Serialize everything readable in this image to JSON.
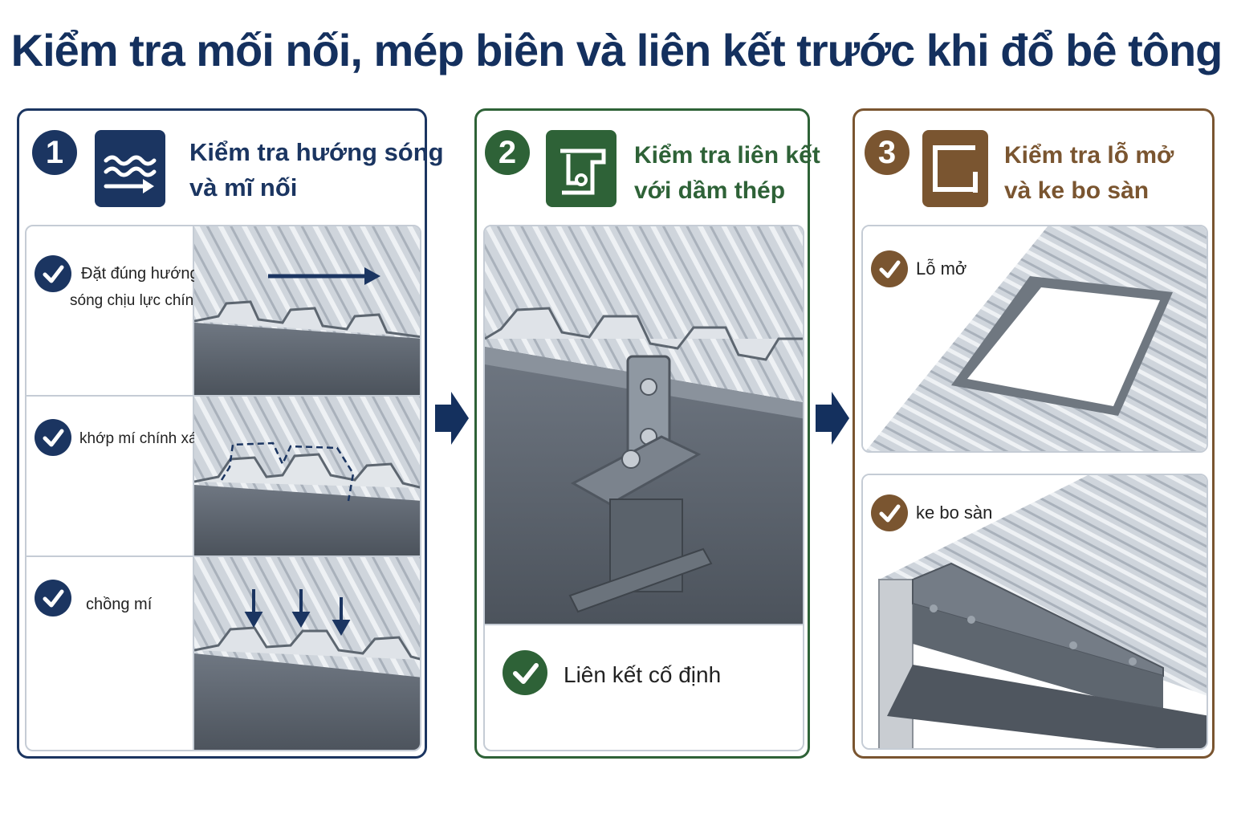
{
  "title": "Kiểm tra mối nối, mép biên và liên kết trước khi đổ bê tông",
  "colors": {
    "navy": "#1b3561",
    "green": "#2e6237",
    "brown": "#7a5530"
  },
  "panels": [
    {
      "number": "1",
      "icon": "wave-arrow-icon",
      "title_line1": "Kiểm tra hướng sóng",
      "title_line2": "và mĩ nối",
      "items": [
        {
          "line1": "Đặt đúng hướng",
          "line2": "sóng chịu lực chính"
        },
        {
          "line1": "khớp mí chính xác"
        },
        {
          "line1": "chồng mí"
        }
      ]
    },
    {
      "number": "2",
      "icon": "beam-clamp-icon",
      "title_line1": "Kiểm tra liên kết",
      "title_line2": "với dầm thép",
      "items": [
        {
          "line1": "Liên kết cố định"
        }
      ]
    },
    {
      "number": "3",
      "icon": "edge-frame-icon",
      "title_line1": "Kiểm tra lỗ mở",
      "title_line2": "và ke bo sàn",
      "items": [
        {
          "line1": "Lỗ mở"
        },
        {
          "line1": "ke bo sàn"
        }
      ]
    }
  ]
}
